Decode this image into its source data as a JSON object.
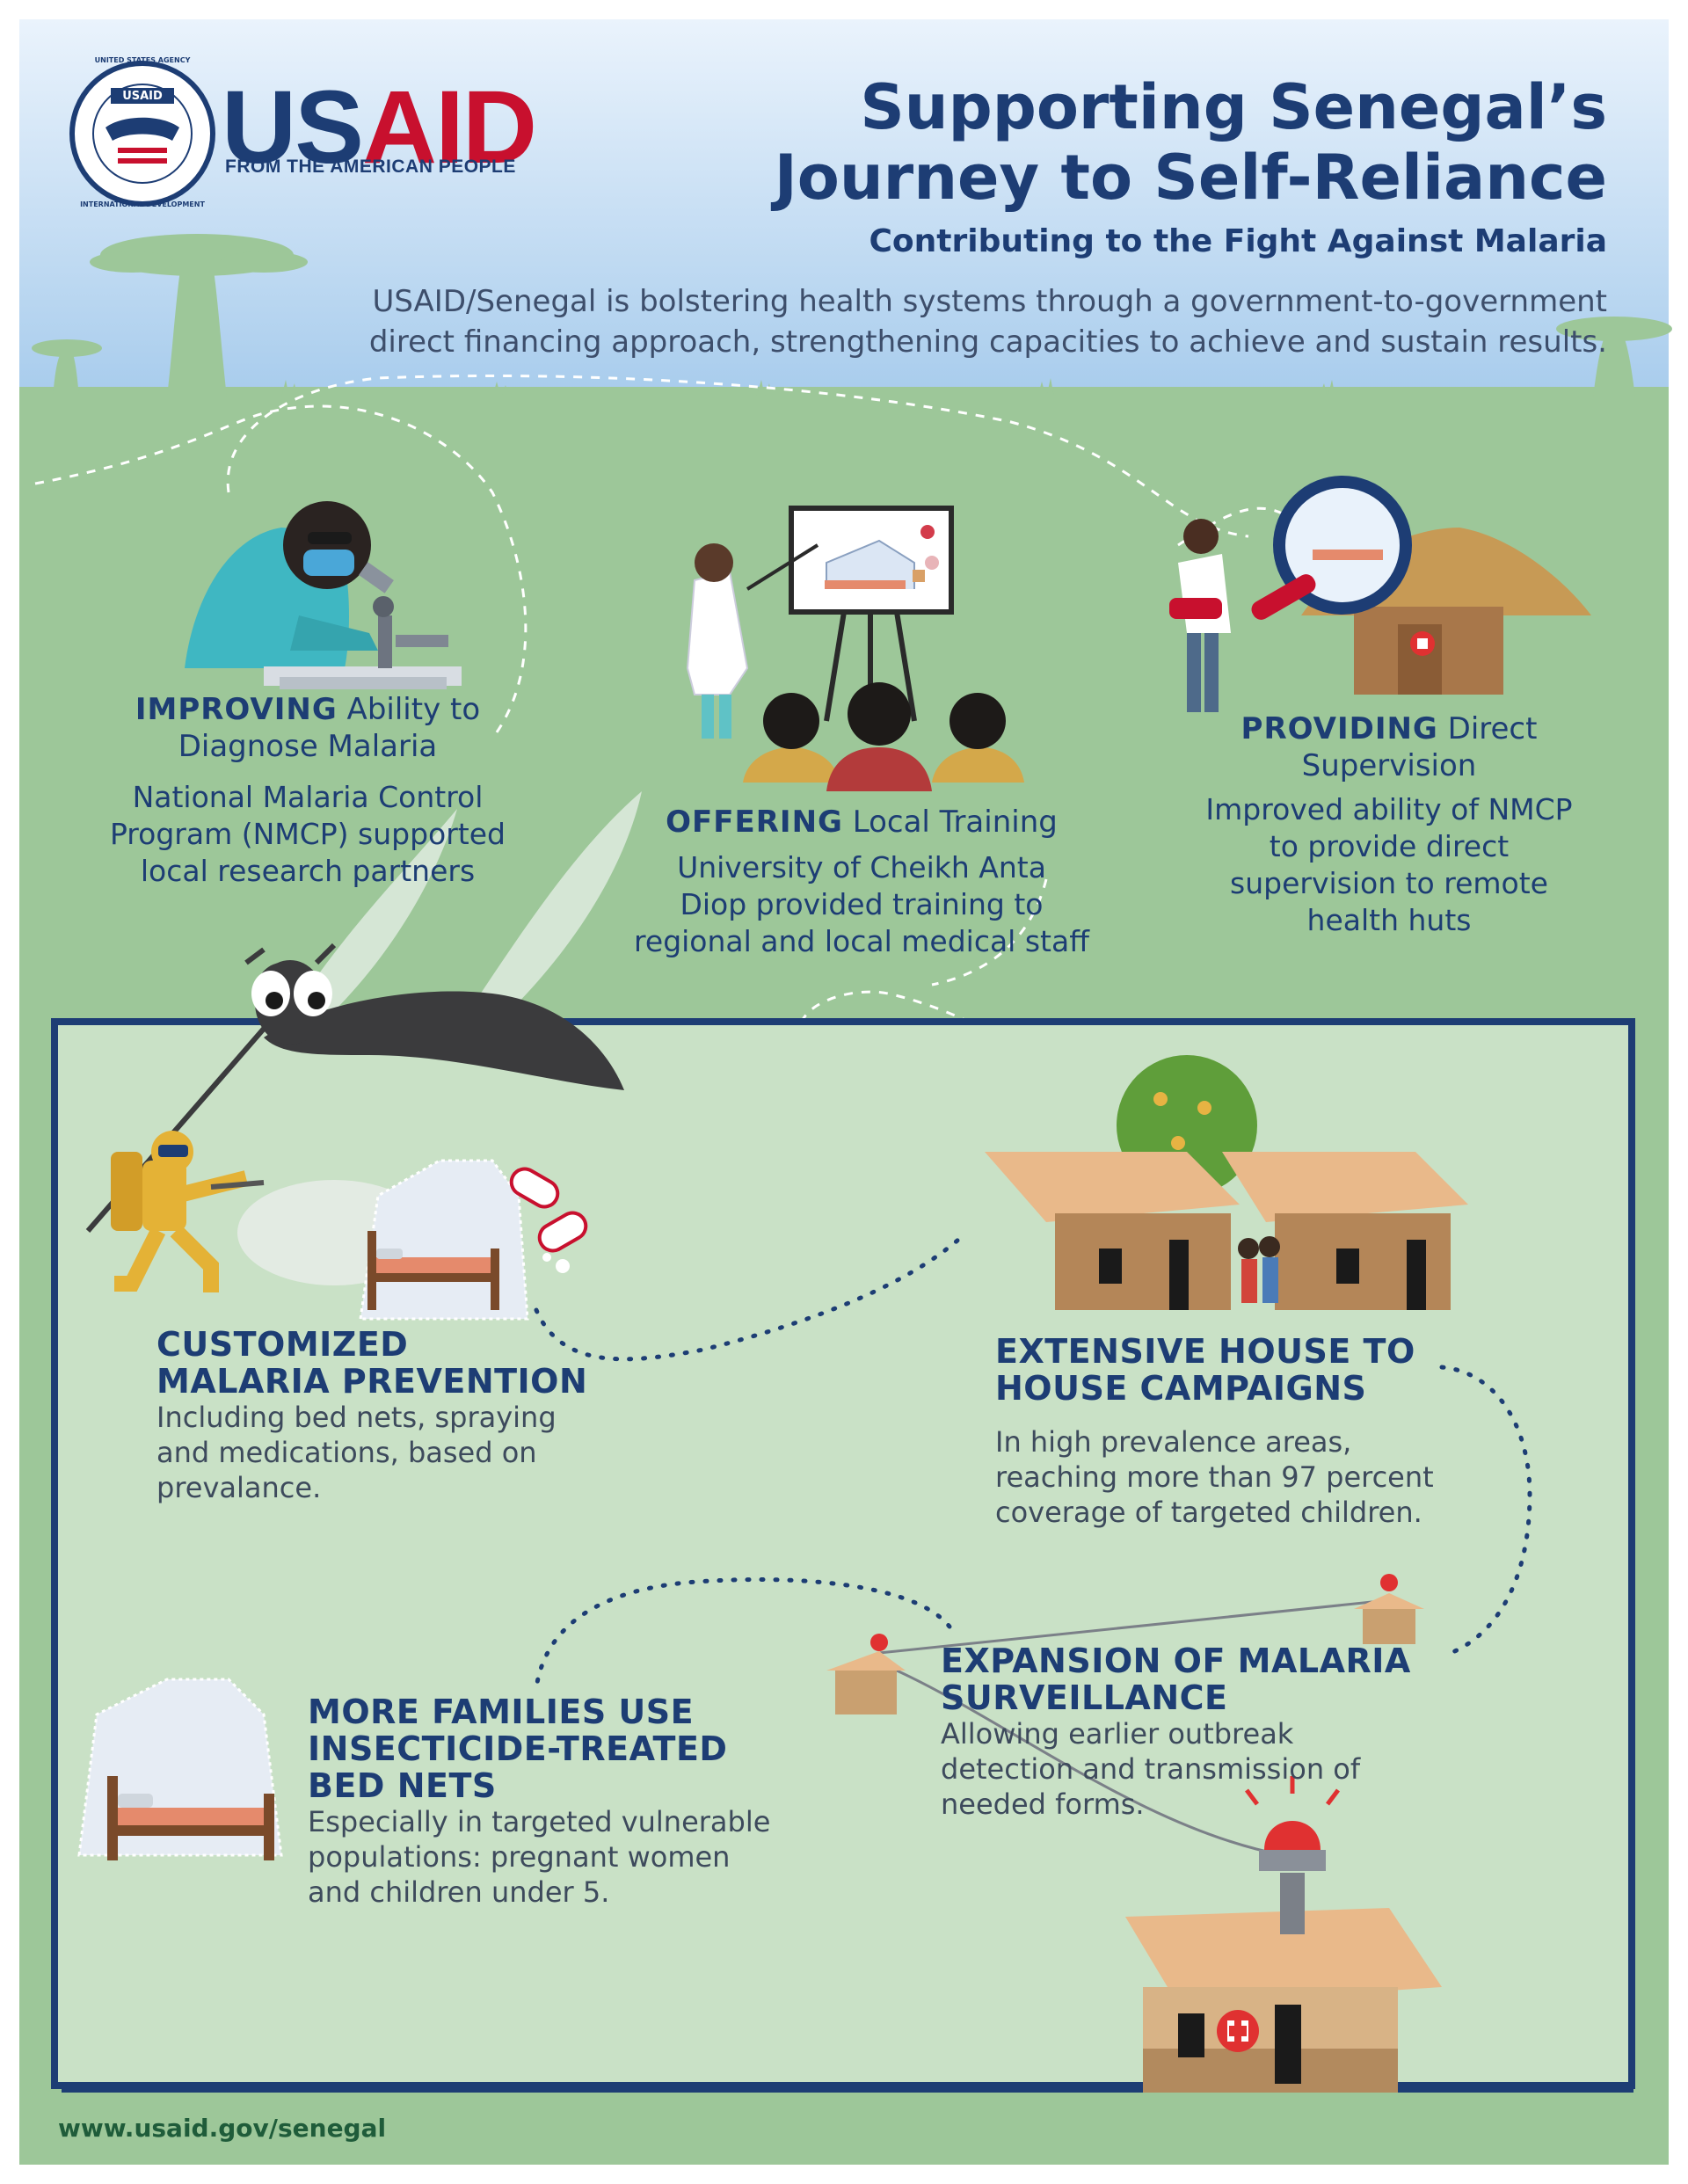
{
  "header": {
    "brand_us": "US",
    "brand_aid": "AID",
    "tagline": "FROM THE AMERICAN PEOPLE",
    "seal_top": "UNITED STATES AGENCY",
    "seal_bottom": "INTERNATIONAL DEVELOPMENT",
    "seal_center": "USAID",
    "title_line1": "Supporting Senegal’s",
    "title_line2": "Journey to Self-Reliance",
    "subtitle": "Contributing to the Fight Against Malaria",
    "intro_line1": "USAID/Senegal is bolstering health systems through a government-to-government",
    "intro_line2": "direct financing approach, strengthening capacities to achieve and sustain results."
  },
  "top_items": [
    {
      "keyword": "IMPROVING",
      "head_rest_1": " Ability to",
      "head_line2": "Diagnose Malaria",
      "body": [
        "National Malaria Control",
        "Program (NMCP) supported",
        "local research partners"
      ]
    },
    {
      "keyword": "OFFERING",
      "head_rest_1": " Local Training",
      "body": [
        "University of Cheikh Anta",
        "Diop provided training to",
        "regional and local medical staff"
      ]
    },
    {
      "keyword": "PROVIDING",
      "head_rest_1": " Direct",
      "head_line2": "Supervision",
      "body": [
        "Improved ability of NMCP",
        "to provide direct",
        "supervision to remote",
        "health huts"
      ]
    }
  ],
  "panel_items": [
    {
      "title": [
        "CUSTOMIZED",
        "MALARIA PREVENTION"
      ],
      "desc": [
        "Including bed nets, spraying",
        "and medications, based on",
        "prevalance."
      ]
    },
    {
      "title": [
        "EXTENSIVE HOUSE TO",
        "HOUSE CAMPAIGNS"
      ],
      "desc": [
        "In high prevalence areas,",
        "reaching more than 97 percent",
        "coverage of targeted children."
      ]
    },
    {
      "title": [
        "EXPANSION OF MALARIA",
        "SURVEILLANCE"
      ],
      "desc": [
        "Allowing earlier outbreak",
        "detection and transmission of",
        "needed forms."
      ]
    },
    {
      "title": [
        "MORE FAMILIES USE",
        "INSECTICIDE-TREATED",
        "BED NETS"
      ],
      "desc": [
        "Especially in targeted vulnerable",
        "populations: pregnant women",
        "and children under 5."
      ]
    }
  ],
  "footer": {
    "url": "www.usaid.gov/senegal"
  },
  "colors": {
    "navy": "#1d3d74",
    "red": "#c8102e",
    "sky_top": "#e6f1fb",
    "sky_bottom": "#a9cdee",
    "grass": "#9dc799",
    "panel": "#c7e0c5",
    "panel_border": "#1d3d74"
  },
  "icons": [
    "usaid-seal-icon",
    "baobab-tree-icon",
    "microscope-icon",
    "whiteboard-icon",
    "magnifier-icon",
    "hut-icon",
    "mosquito-icon",
    "sprayer-icon",
    "bed-net-icon",
    "pill-icon",
    "house-icon",
    "alarm-light-icon",
    "health-post-icon"
  ]
}
